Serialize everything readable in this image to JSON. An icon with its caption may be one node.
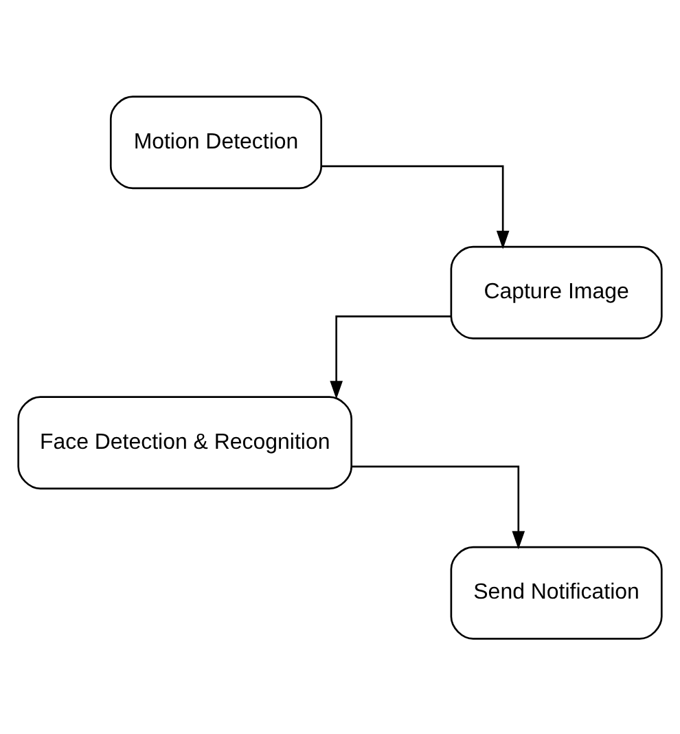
{
  "diagram": {
    "nodes": [
      {
        "text": [
          "Motion Detection"
        ]
      },
      {
        "text": [
          "Capture Image"
        ]
      },
      {
        "text": [
          "Face Detection & Recognition"
        ]
      },
      {
        "text": [
          "Send Notification"
        ]
      }
    ],
    "edges": [
      {
        "from": 0,
        "to": 1,
        "arrow": "to"
      },
      {
        "from": 1,
        "to": 2,
        "arrow": "to"
      },
      {
        "from": 2,
        "to": 3,
        "arrow": "to"
      }
    ]
  }
}
